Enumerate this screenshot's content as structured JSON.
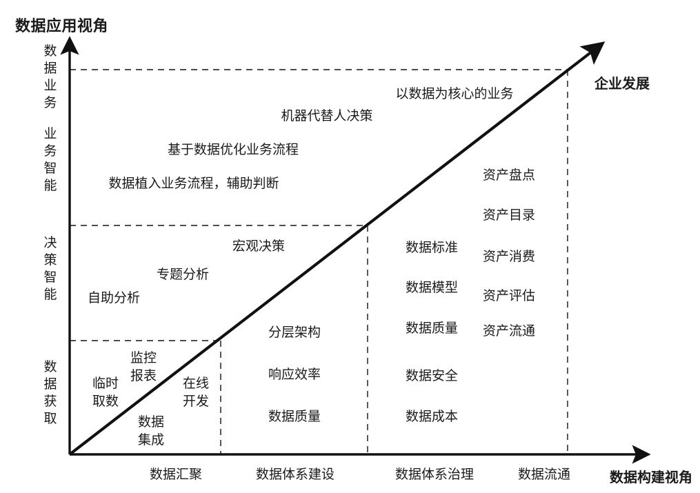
{
  "diagram": {
    "title": "数据应用视角",
    "x_axis_title": "数据构建视角",
    "growth_arrow_label": "企业发展",
    "y_axis_levels": [
      {
        "label": "数据业务"
      },
      {
        "label": "业务智能"
      },
      {
        "label": "决策智能"
      },
      {
        "label": "数据获取"
      }
    ],
    "x_axis_categories": [
      {
        "label": "数据汇聚"
      },
      {
        "label": "数据体系建设"
      },
      {
        "label": "数据体系治理"
      },
      {
        "label": "数据流通"
      }
    ],
    "items": [
      {
        "text": "以数据为核心的业务"
      },
      {
        "text": "机器代替人决策"
      },
      {
        "text": "基于数据优化业务流程"
      },
      {
        "text": "数据植入业务流程，辅助判断"
      },
      {
        "text": "资产盘点"
      },
      {
        "text": "资产目录"
      },
      {
        "text": "资产消费"
      },
      {
        "text": "资产评估"
      },
      {
        "text": "资产流通"
      },
      {
        "text": "数据标准"
      },
      {
        "text": "数据模型"
      },
      {
        "text": "数据质量"
      },
      {
        "text": "数据安全"
      },
      {
        "text": "数据成本"
      },
      {
        "text": "宏观决策"
      },
      {
        "text": "专题分析"
      },
      {
        "text": "自助分析"
      },
      {
        "text": "分层架构"
      },
      {
        "text": "响应效率"
      },
      {
        "text": "数据质量"
      },
      {
        "text": "监控"
      },
      {
        "text": "报表"
      },
      {
        "text": "临时"
      },
      {
        "text": "取数"
      },
      {
        "text": "在线"
      },
      {
        "text": "开发"
      },
      {
        "text": "数据"
      },
      {
        "text": "集成"
      }
    ]
  }
}
